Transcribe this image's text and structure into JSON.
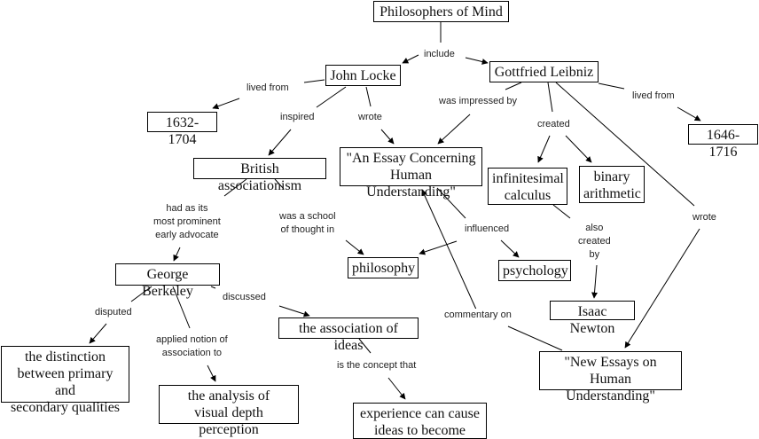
{
  "title": "Philosophers of Mind",
  "concepts": {
    "philosophers_of_mind": "Philosophers of Mind",
    "john_locke": "John Locke",
    "gottfried_leibniz": "Gottfried Leibniz",
    "locke_dates": "1632-1704",
    "leibniz_dates": "1646-1716",
    "british_associationism": "British associationism",
    "essay": "\"An Essay Concerning\nHuman Understanding\"",
    "infinitesimal_calculus": "infinitesimal\ncalculus",
    "binary_arithmetic": "binary\narithmetic",
    "george_berkeley": "George Berkeley",
    "philosophy": "philosophy",
    "psychology": "psychology",
    "isaac_newton": "Isaac Newton",
    "association_of_ideas": "the association of ideas",
    "new_essays": "\"New Essays on\nHuman Understanding\"",
    "distinction": "the distinction\nbetween primary and\nsecondary qualities",
    "depth_perception": "the analysis of\nvisual depth perception",
    "experience": "experience can cause\nideas to become linked"
  },
  "links": {
    "include": "include",
    "locke_lived_from": "lived from",
    "inspired": "inspired",
    "locke_wrote": "wrote",
    "was_impressed_by": "was impressed by",
    "created": "created",
    "leibniz_lived_from": "lived from",
    "leibniz_wrote": "wrote",
    "had_as_advocate": "had as its\nmost prominent\nearly advocate",
    "school_of_thought": "was a school\nof thought in",
    "influenced": "influenced",
    "also_created_by": "also\ncreated\nby",
    "disputed": "disputed",
    "applied_notion": "applied  notion of\nassociation to",
    "discussed": "discussed",
    "commentary_on": "commentary on",
    "is_the_concept": "is the concept that"
  },
  "colors": {
    "line": "#000000",
    "node_border": "#000000",
    "background": "#ffffff"
  }
}
